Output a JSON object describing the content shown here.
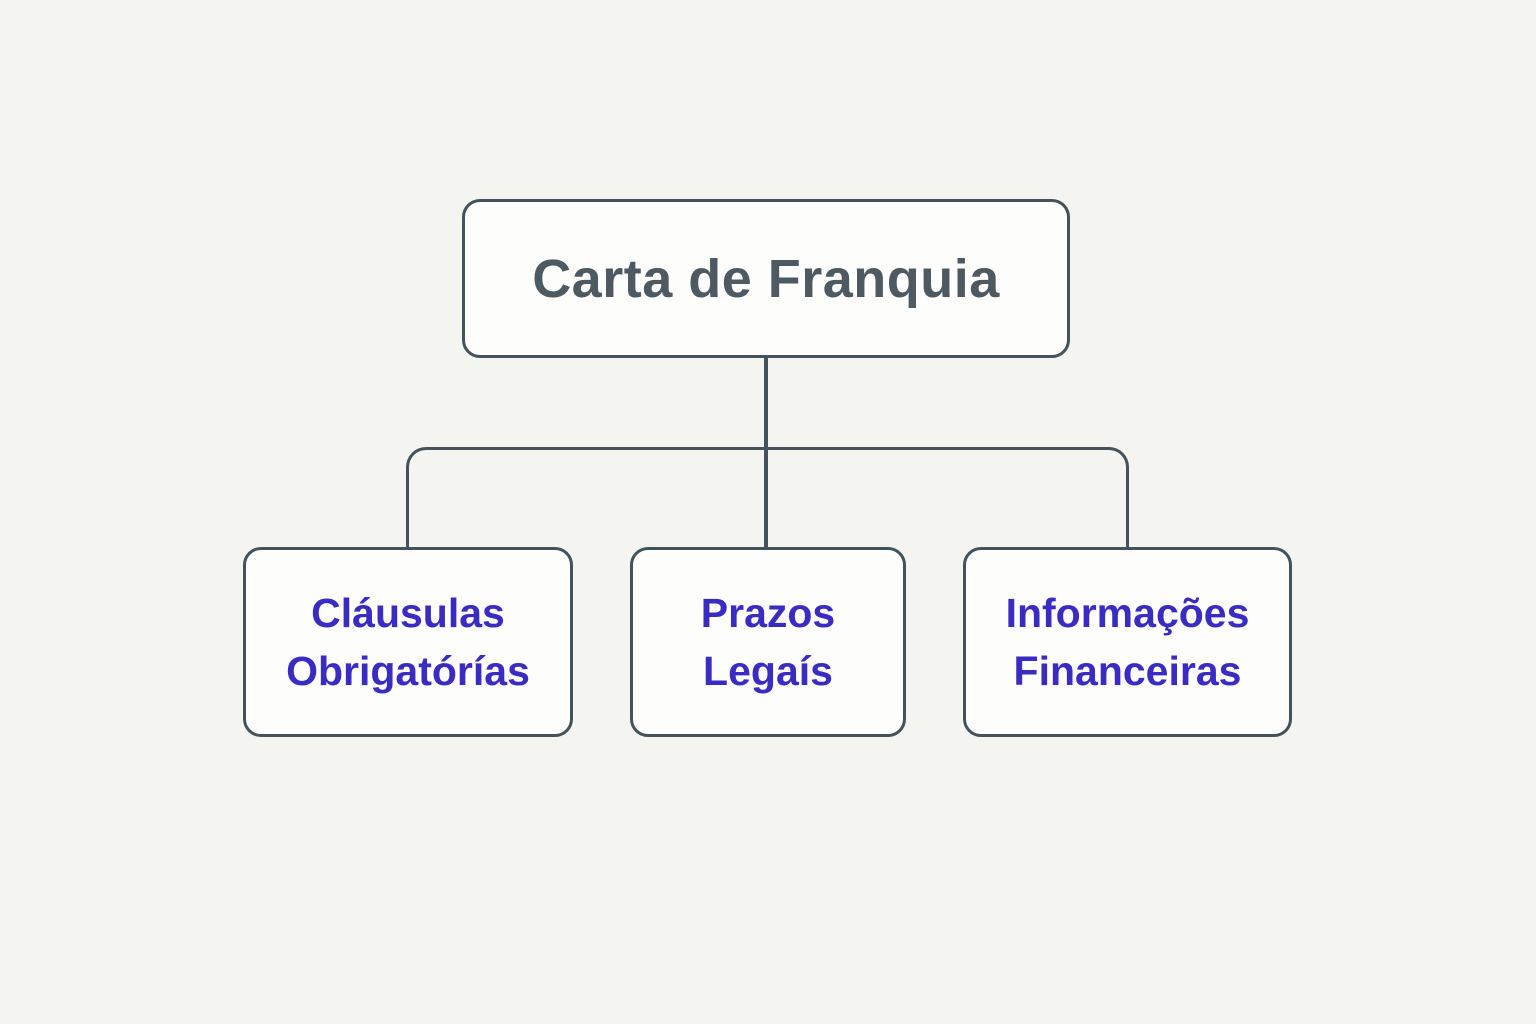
{
  "diagram": {
    "root": {
      "label": "Carta de Franquia"
    },
    "children": [
      {
        "label": "Cláusulas\nObrigatórías"
      },
      {
        "label": "Prazos\nLegaís"
      },
      {
        "label": "Informações\nFinanceiras"
      }
    ]
  },
  "theme": {
    "background": "#f4f4f1",
    "node_fill": "#fdfdfc",
    "node_border": "#44525b",
    "connector_color": "#44525b",
    "root_text_color": "#4d5a61",
    "child_text_color": "#3a2cc3"
  }
}
